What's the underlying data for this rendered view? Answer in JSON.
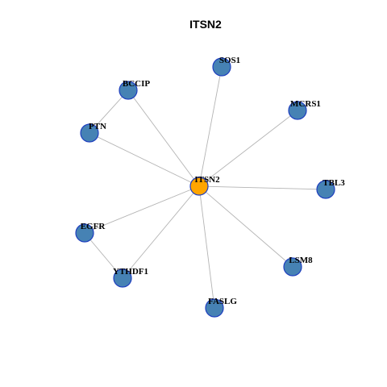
{
  "title": "ITSN2",
  "colors": {
    "center_fill": "#ffa500",
    "node_fill": "#4682b4",
    "node_stroke": "#1f3fbf",
    "edge": "#b4b4b4"
  },
  "nodes": [
    {
      "id": "ITSN2",
      "label": "ITSN2",
      "role": "center"
    },
    {
      "id": "SOS1",
      "label": "SOS1",
      "role": "neighbor"
    },
    {
      "id": "BCCIP",
      "label": "BCCIP",
      "role": "neighbor"
    },
    {
      "id": "MCRS1",
      "label": "MCRS1",
      "role": "neighbor"
    },
    {
      "id": "PTN",
      "label": "PTN",
      "role": "neighbor"
    },
    {
      "id": "TBL3",
      "label": "TBL3",
      "role": "neighbor"
    },
    {
      "id": "EGFR",
      "label": "EGFR",
      "role": "neighbor"
    },
    {
      "id": "LSM8",
      "label": "LSM8",
      "role": "neighbor"
    },
    {
      "id": "YTHDF1",
      "label": "YTHDF1",
      "role": "neighbor"
    },
    {
      "id": "FASLG",
      "label": "FASLG",
      "role": "neighbor"
    }
  ],
  "edges": [
    {
      "source": "ITSN2",
      "target": "SOS1"
    },
    {
      "source": "ITSN2",
      "target": "BCCIP"
    },
    {
      "source": "ITSN2",
      "target": "MCRS1"
    },
    {
      "source": "ITSN2",
      "target": "PTN"
    },
    {
      "source": "ITSN2",
      "target": "TBL3"
    },
    {
      "source": "ITSN2",
      "target": "EGFR"
    },
    {
      "source": "ITSN2",
      "target": "LSM8"
    },
    {
      "source": "ITSN2",
      "target": "YTHDF1"
    },
    {
      "source": "ITSN2",
      "target": "FASLG"
    },
    {
      "source": "BCCIP",
      "target": "PTN"
    },
    {
      "source": "EGFR",
      "target": "YTHDF1"
    }
  ]
}
